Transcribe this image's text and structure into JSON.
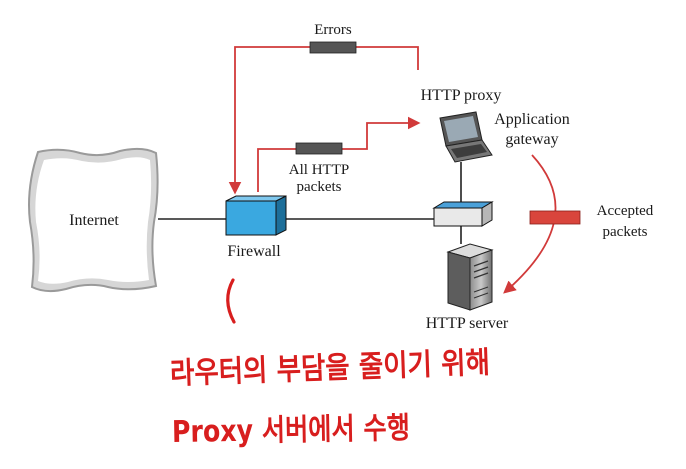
{
  "diagram": {
    "labels": {
      "errors": "Errors",
      "http_proxy": "HTTP proxy",
      "application_gateway_line1": "Application",
      "application_gateway_line2": "gateway",
      "all_http_line1": "All HTTP",
      "all_http_line2": "packets",
      "internet": "Internet",
      "firewall": "Firewall",
      "accepted_line1": "Accepted",
      "accepted_line2": "packets",
      "http_server": "HTTP server"
    },
    "annotations": {
      "note_line1": "라우터의 부담을 줄이기 위해",
      "note_line2": "Proxy 서버에서 수행"
    },
    "colors": {
      "packet_path": "#d13a3a",
      "firewall_box": "#3aa8e0",
      "switch_top": "#4aa0d8",
      "accepted_packet": "#d9453c",
      "handwriting": "#d81e1e"
    }
  }
}
